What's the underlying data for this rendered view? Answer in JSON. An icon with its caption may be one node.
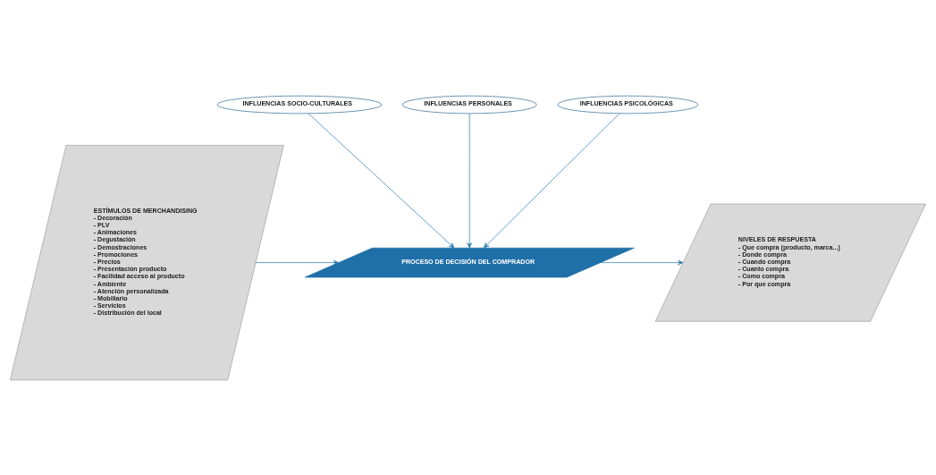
{
  "diagram": {
    "nodes": [
      {
        "text": [
          "INFLUENCIAS SOCIO-CULTURALES"
        ]
      },
      {
        "text": [
          "INFLUENCIAS PERSONALES"
        ]
      },
      {
        "text": [
          "INFLUENCIAS PSICOLÓGICAS"
        ]
      },
      {
        "text": [
          "ESTÍMULOS DE MERCHANDISING",
          "- Decoración",
          "- PLV",
          "- Animaciones",
          "- Degustación",
          "- Demostraciones",
          "- Promociones",
          "- Precios",
          "- Presentación producto",
          "- Facilidad acceso al producto",
          "- Ambiente",
          "- Atención personalizada",
          "- Mobiliario",
          "- Servicios",
          "- Distribución del local"
        ]
      },
      {
        "text": [
          "PROCESO DE DECISIÓN DEL COMPRADOR"
        ]
      },
      {
        "text": [
          "NIVELES DE RESPUESTA",
          "- Que compra (producto, marca...)",
          "- Donde compra",
          "- Cuando compra",
          "- Cuanto compra",
          "- Como compra",
          "- Por que compra"
        ]
      }
    ],
    "edges": [
      {
        "from": 0,
        "to": 4,
        "arrow": "to"
      },
      {
        "from": 1,
        "to": 4,
        "arrow": "to"
      },
      {
        "from": 2,
        "to": 4,
        "arrow": "to"
      },
      {
        "from": 3,
        "to": 4,
        "arrow": "to"
      },
      {
        "from": 4,
        "to": 5,
        "arrow": "to"
      }
    ]
  }
}
